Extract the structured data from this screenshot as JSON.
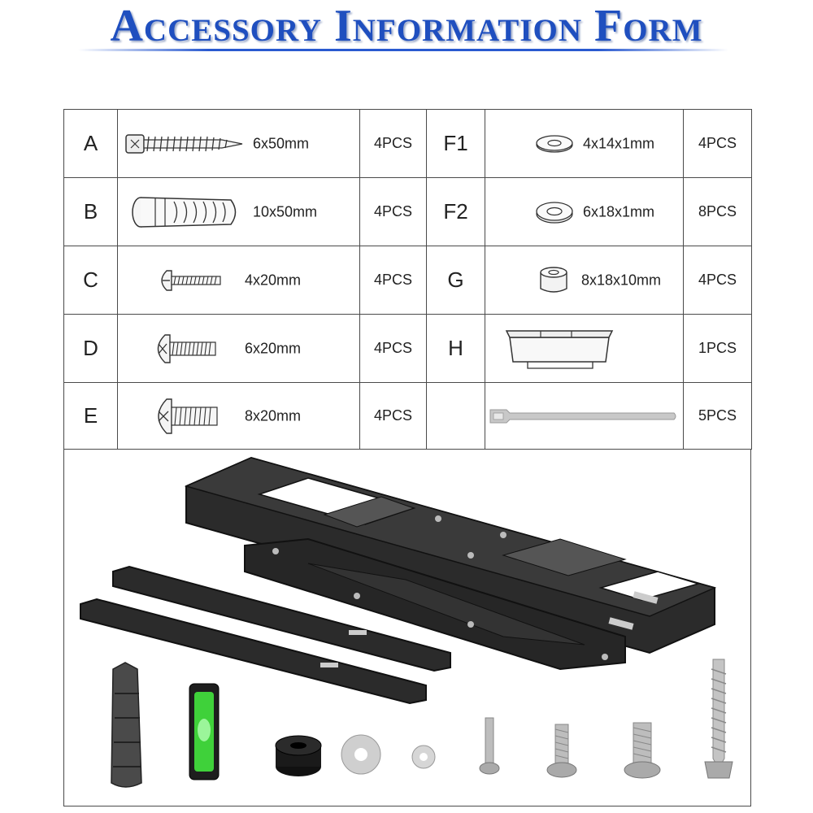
{
  "title": "Accessory Information Form",
  "rows": [
    {
      "left": {
        "label": "A",
        "size": "6x50mm",
        "qty": "4PCS",
        "icon": "wood-screw-icon"
      },
      "right": {
        "label": "F1",
        "size": "4x14x1mm",
        "qty": "4PCS",
        "icon": "small-washer-icon"
      }
    },
    {
      "left": {
        "label": "B",
        "size": "10x50mm",
        "qty": "4PCS",
        "icon": "wall-anchor-icon"
      },
      "right": {
        "label": "F2",
        "size": "6x18x1mm",
        "qty": "8PCS",
        "icon": "large-washer-icon"
      }
    },
    {
      "left": {
        "label": "C",
        "size": "4x20mm",
        "qty": "4PCS",
        "icon": "m4-bolt-icon"
      },
      "right": {
        "label": "G",
        "size": "8x18x10mm",
        "qty": "4PCS",
        "icon": "spacer-icon"
      }
    },
    {
      "left": {
        "label": "D",
        "size": "6x20mm",
        "qty": "4PCS",
        "icon": "m6-bolt-icon"
      },
      "right": {
        "label": "H",
        "size": "",
        "qty": "1PCS",
        "icon": "bracket-clip-icon"
      }
    },
    {
      "left": {
        "label": "E",
        "size": "8x20mm",
        "qty": "4PCS",
        "icon": "m8-bolt-icon"
      },
      "right": {
        "label": "",
        "size": "",
        "qty": "5PCS",
        "icon": "cable-tie-icon"
      }
    }
  ],
  "colors": {
    "title": "#1f4fbf",
    "mount": "#2b2b2b",
    "level_bubble": "#3fd13a"
  }
}
